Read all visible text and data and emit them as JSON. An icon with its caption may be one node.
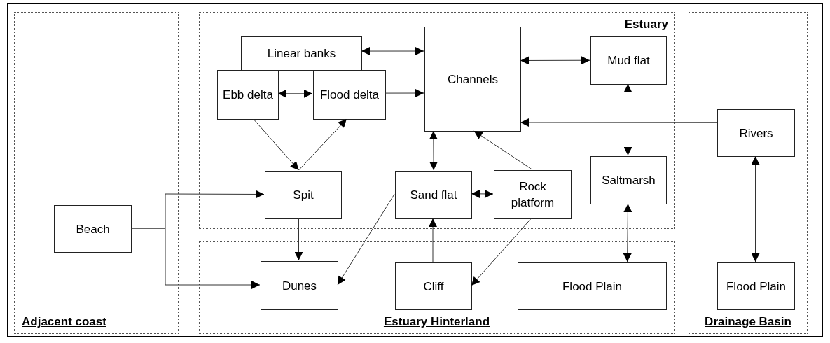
{
  "diagram": {
    "nodes": [
      {
        "text": [
          "Adjacent coast"
        ]
      },
      {
        "text": [
          "Beach"
        ],
        "in": 0
      },
      {
        "text": [
          "Estuary"
        ]
      },
      {
        "text": [
          "Linear banks"
        ],
        "in": 2
      },
      {
        "text": [
          "Ebb delta"
        ],
        "in": 2
      },
      {
        "text": [
          "Flood delta"
        ],
        "in": 2
      },
      {
        "text": [
          "Channels"
        ],
        "in": 2
      },
      {
        "text": [
          "Mud flat"
        ],
        "in": 2
      },
      {
        "text": [
          "Spit"
        ],
        "in": 2
      },
      {
        "text": [
          "Sand flat"
        ],
        "in": 2
      },
      {
        "text": [
          "Rock platform"
        ],
        "in": 2
      },
      {
        "text": [
          "Saltmarsh"
        ],
        "in": 2
      },
      {
        "text": [
          "Estuary Hinterland"
        ]
      },
      {
        "text": [
          "Dunes"
        ],
        "in": 12
      },
      {
        "text": [
          "Cliff"
        ],
        "in": 12
      },
      {
        "text": [
          "Flood Plain"
        ],
        "in": 12
      },
      {
        "text": [
          "Drainage Basin"
        ]
      },
      {
        "text": [
          "Rivers"
        ],
        "in": 16
      },
      {
        "text": [
          "Flood Plain"
        ],
        "in": 16
      }
    ],
    "edges": [
      {
        "from": 3,
        "to": 6,
        "arrow": "both"
      },
      {
        "from": 4,
        "to": 5,
        "arrow": "both"
      },
      {
        "from": 5,
        "to": 6,
        "arrow": "to"
      },
      {
        "from": 4,
        "to": 8,
        "arrow": "to"
      },
      {
        "from": 8,
        "to": 5,
        "arrow": "to"
      },
      {
        "from": 6,
        "to": 7,
        "arrow": "both"
      },
      {
        "from": 17,
        "to": 6,
        "arrow": "to"
      },
      {
        "from": 7,
        "to": 11,
        "arrow": "both"
      },
      {
        "from": 6,
        "to": 9,
        "arrow": "both"
      },
      {
        "from": 10,
        "to": 6,
        "arrow": "to"
      },
      {
        "from": 9,
        "to": 10,
        "arrow": "both"
      },
      {
        "from": 1,
        "to": 8,
        "arrow": "to"
      },
      {
        "from": 1,
        "to": 13,
        "arrow": "to"
      },
      {
        "from": 8,
        "to": 13,
        "arrow": "to"
      },
      {
        "from": 9,
        "to": 13,
        "arrow": "to"
      },
      {
        "from": 14,
        "to": 9,
        "arrow": "to"
      },
      {
        "from": 10,
        "to": 14,
        "arrow": "to"
      },
      {
        "from": 11,
        "to": 15,
        "arrow": "both"
      },
      {
        "from": 17,
        "to": 18,
        "arrow": "both"
      }
    ]
  }
}
